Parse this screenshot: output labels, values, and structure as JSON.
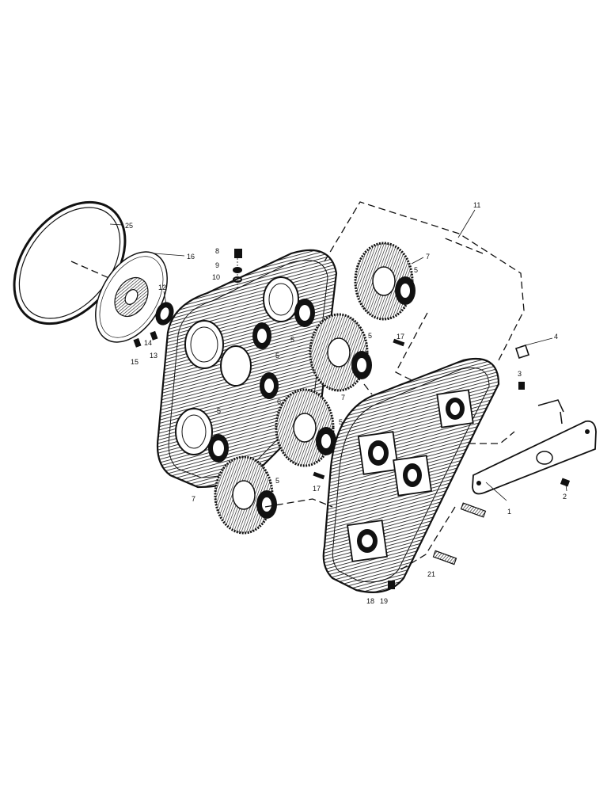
{
  "colors": {
    "ink": "#111111",
    "paper": "#ffffff"
  },
  "callouts": {
    "c1": "1",
    "c2": "2",
    "c3": "3",
    "c4": "4",
    "c5": "5",
    "c6": "6",
    "c7": "7",
    "c8": "8",
    "c9": "9",
    "c10": "10",
    "c11": "11",
    "c12": "12",
    "c13": "13",
    "c14": "14",
    "c15": "15",
    "c16": "16",
    "c17": "17",
    "c18": "18",
    "c19": "19",
    "c21": "21",
    "c25": "25"
  }
}
